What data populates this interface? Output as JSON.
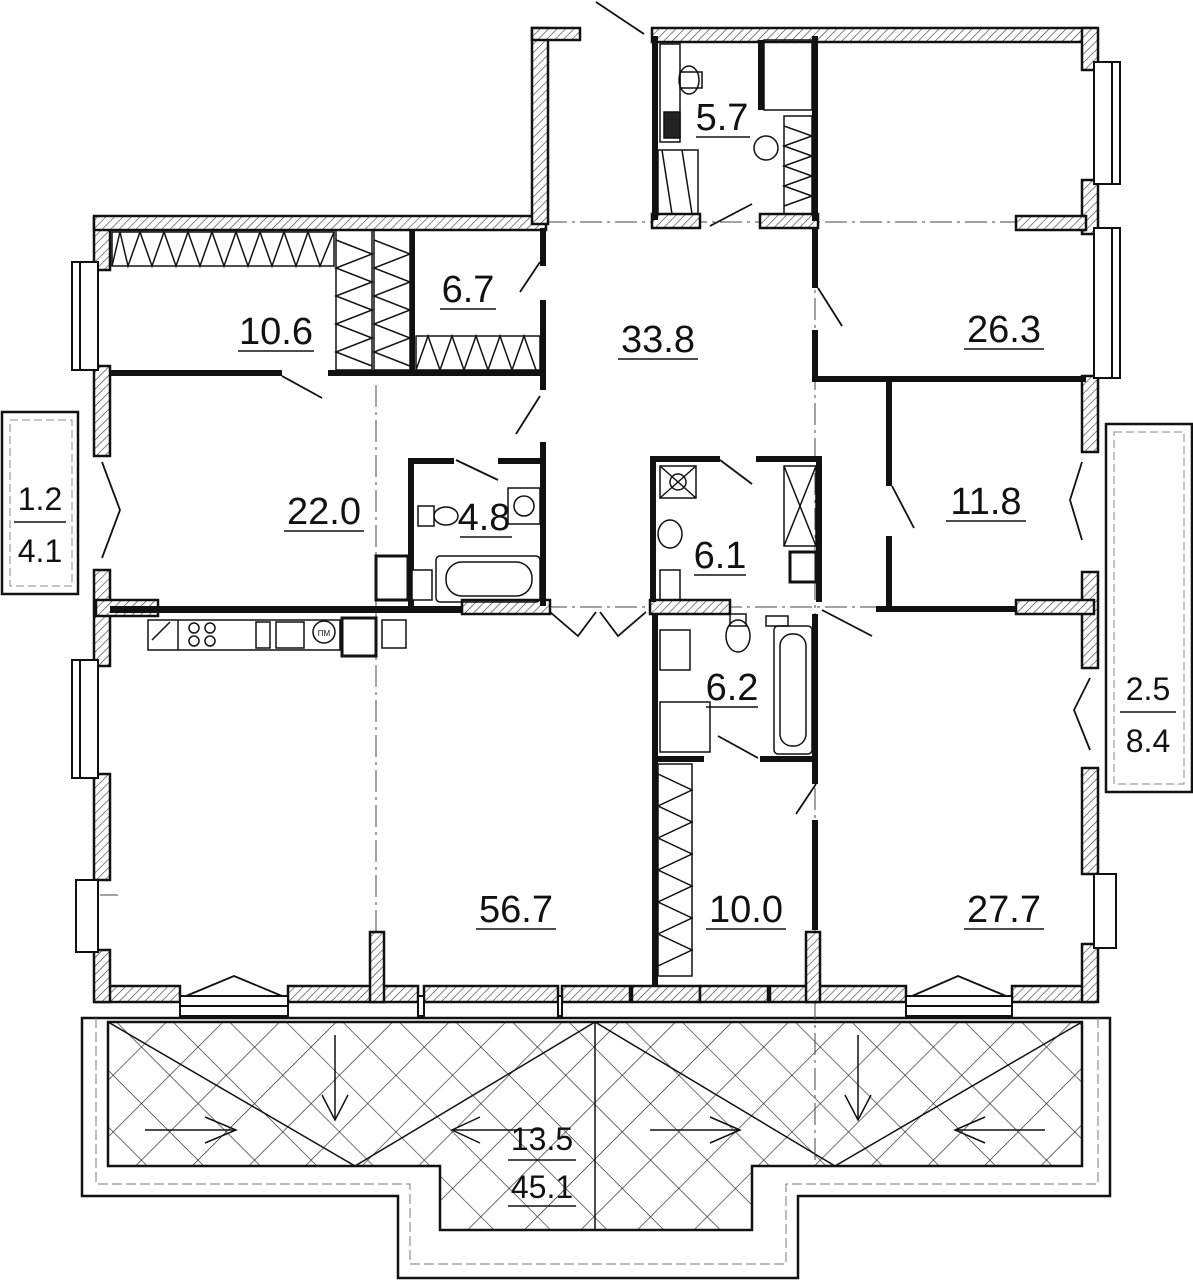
{
  "floor_plan": {
    "rooms": [
      {
        "id": "hall",
        "area": "33.8"
      },
      {
        "id": "bedroom-ne",
        "area": "26.3"
      },
      {
        "id": "wc-north",
        "area": "5.7"
      },
      {
        "id": "storage",
        "area": "6.7"
      },
      {
        "id": "dressing-nw",
        "area": "10.6"
      },
      {
        "id": "bedroom-w",
        "area": "22.0"
      },
      {
        "id": "bath-center",
        "area": "4.8"
      },
      {
        "id": "bath-east",
        "area": "6.1"
      },
      {
        "id": "room-e",
        "area": "11.8"
      },
      {
        "id": "bath-south",
        "area": "6.2"
      },
      {
        "id": "living-kitchen",
        "area": "56.7"
      },
      {
        "id": "dressing-s",
        "area": "10.0"
      },
      {
        "id": "bedroom-se",
        "area": "27.7"
      }
    ],
    "balconies": [
      {
        "id": "balcony-west",
        "area_top": "1.2",
        "area_bottom": "4.1"
      },
      {
        "id": "balcony-east",
        "area_top": "2.5",
        "area_bottom": "8.4"
      },
      {
        "id": "terrace-south",
        "area_top": "13.5",
        "area_bottom": "45.1"
      }
    ],
    "appliance_marks": {
      "stove_label": "ПМ"
    }
  }
}
